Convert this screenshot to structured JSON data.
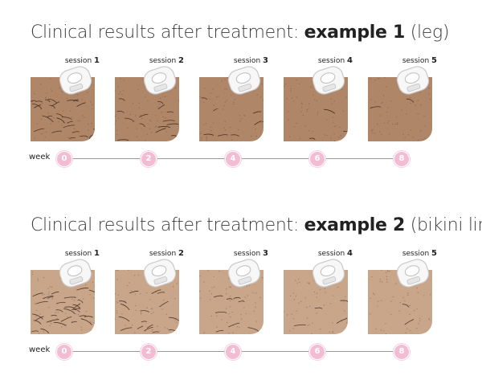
{
  "examples": [
    {
      "title_prefix": "Clinical results after treatment: ",
      "title_bold": "example 1",
      "title_suffix": " (leg)",
      "sessions": [
        {
          "label": "session",
          "number": "1"
        },
        {
          "label": "session",
          "number": "2"
        },
        {
          "label": "session",
          "number": "3"
        },
        {
          "label": "session",
          "number": "4"
        },
        {
          "label": "session",
          "number": "5"
        }
      ],
      "week_label": "week",
      "weeks": [
        "0",
        "2",
        "4",
        "6",
        "8"
      ]
    },
    {
      "title_prefix": "Clinical results after treatment: ",
      "title_bold": "example 2",
      "title_suffix": " (bikini line)",
      "sessions": [
        {
          "label": "session",
          "number": "1"
        },
        {
          "label": "session",
          "number": "2"
        },
        {
          "label": "session",
          "number": "3"
        },
        {
          "label": "session",
          "number": "4"
        },
        {
          "label": "session",
          "number": "5"
        }
      ],
      "week_label": "week",
      "weeks": [
        "0",
        "2",
        "4",
        "6",
        "8"
      ]
    }
  ],
  "colors": {
    "skin_leg": "#b08668",
    "skin_bikini": "#c9a58a",
    "week_dot": "#f2bcd3"
  }
}
